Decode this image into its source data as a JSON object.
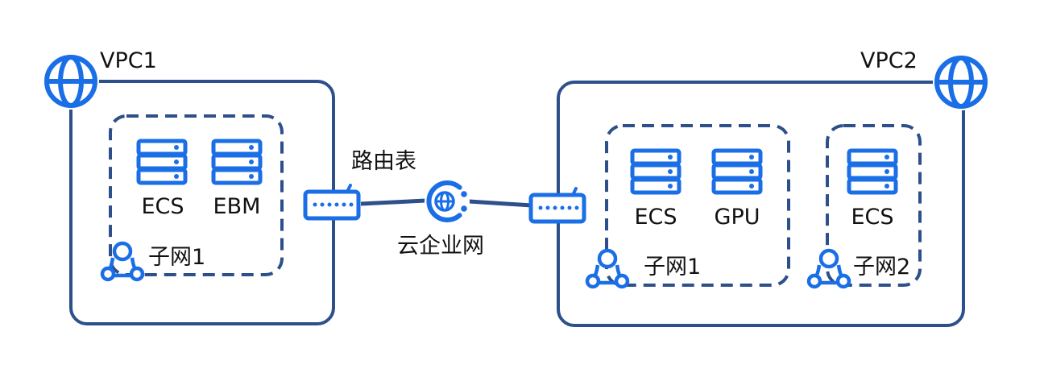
{
  "colors": {
    "frame": "#2d4f8a",
    "icon_blue": "#1a6ee6",
    "text": "#111111",
    "background": "#ffffff"
  },
  "vpc1": {
    "label": "VPC1",
    "icon": "globe-icon",
    "subnet": {
      "label": "子网1",
      "icon": "subnet-icon",
      "servers": [
        {
          "label": "ECS",
          "icon": "server-icon"
        },
        {
          "label": "EBM",
          "icon": "server-icon"
        }
      ]
    }
  },
  "vpc2": {
    "label": "VPC2",
    "icon": "globe-icon",
    "subnet1": {
      "label": "子网1",
      "icon": "subnet-icon",
      "servers": [
        {
          "label": "ECS",
          "icon": "server-icon"
        },
        {
          "label": "GPU",
          "icon": "server-icon"
        }
      ]
    },
    "subnet2": {
      "label": "子网2",
      "icon": "subnet-icon",
      "servers": [
        {
          "label": "ECS",
          "icon": "server-icon"
        }
      ]
    }
  },
  "link": {
    "route_table_label": "路由表",
    "cloud_network_label": "云企业网",
    "router_icon": "router-icon",
    "cen_icon": "cloud-enterprise-network-icon"
  }
}
